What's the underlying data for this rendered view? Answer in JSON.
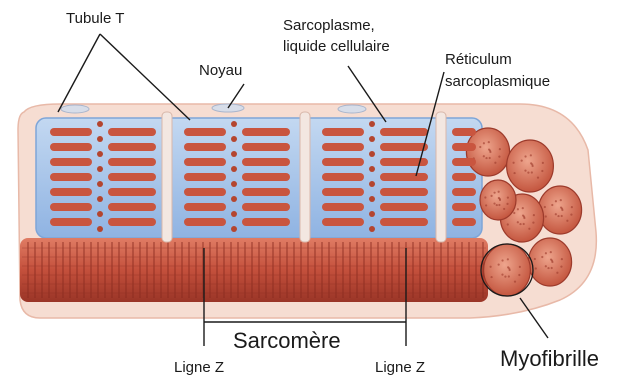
{
  "labels": {
    "tubule_t": "Tubule T",
    "noyau": "Noyau",
    "sarcoplasme_line1": "Sarcoplasme,",
    "sarcoplasme_line2": "liquide cellulaire",
    "reticulum_line1": "Réticulum",
    "reticulum_line2": "sarcoplasmique",
    "sarcomere": "Sarcomère",
    "ligne_z_left": "Ligne Z",
    "ligne_z_right": "Ligne Z",
    "myofibrille": "Myofibrille"
  },
  "colors": {
    "muscle_red": "#c8533f",
    "muscle_dark": "#8e2e22",
    "muscle_light": "#e98f76",
    "reticulum_blue": "#9fc0e8",
    "reticulum_dark": "#6f98cf",
    "membrane": "#f3d3c6",
    "leader_line": "#1a1a1a"
  }
}
